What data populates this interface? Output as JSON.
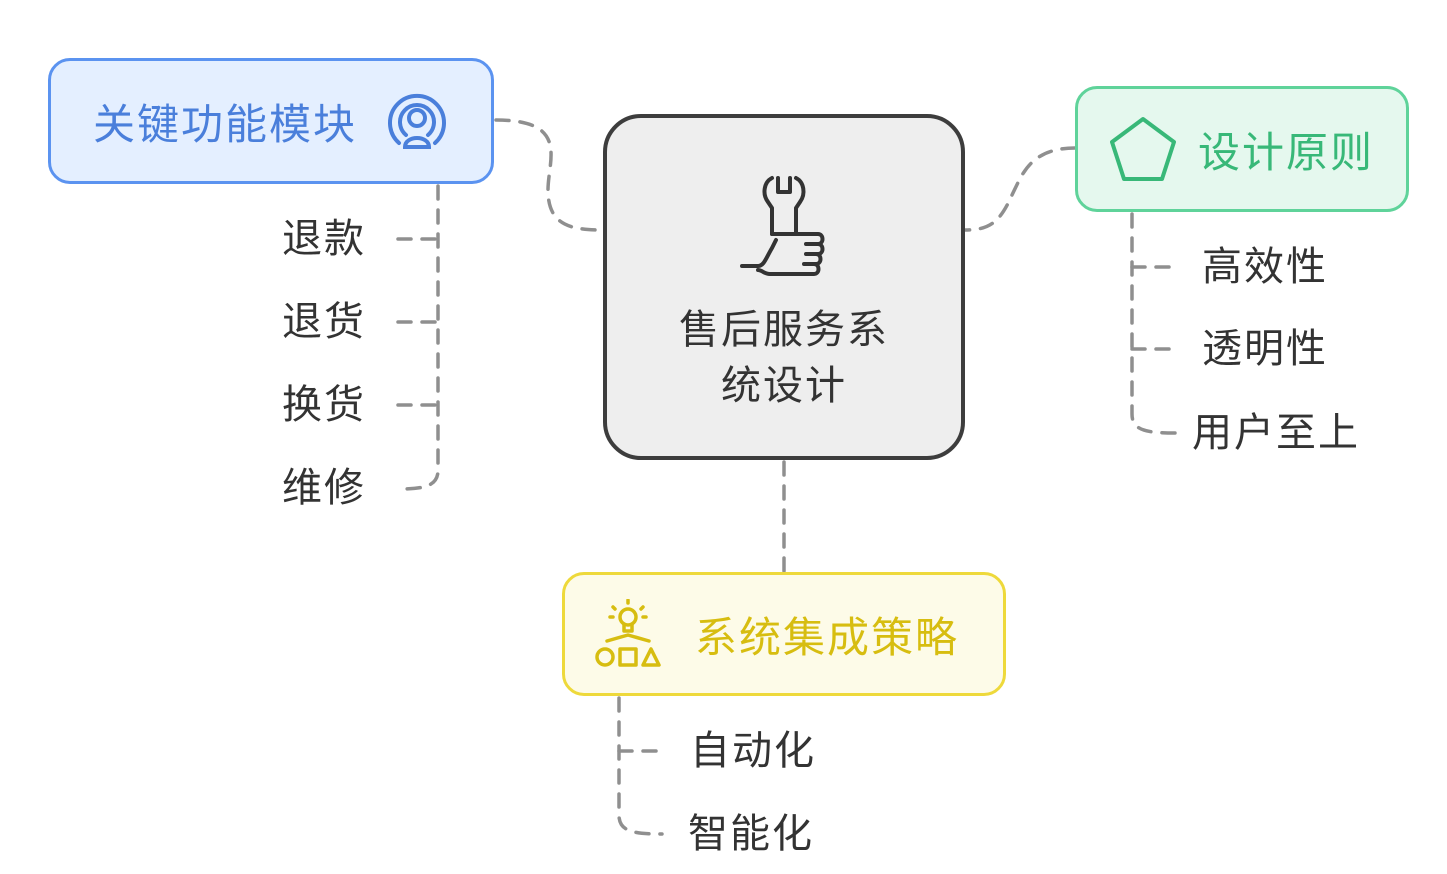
{
  "center": {
    "title_line1": "售后服务系",
    "title_line2": "统设计",
    "icon": "wrench-thumb-icon"
  },
  "branches": {
    "modules": {
      "title": "关键功能模块",
      "icon": "broadcast-person-icon",
      "color": "#5b93f0",
      "items": [
        "退款",
        "退货",
        "换货",
        "维修"
      ]
    },
    "principles": {
      "title": "设计原则",
      "icon": "pentagon-icon",
      "color": "#5fd39a",
      "items": [
        "高效性",
        "透明性",
        "用户至上"
      ]
    },
    "integration": {
      "title": "系统集成策略",
      "icon": "shapes-bulb-icon",
      "color": "#eed93b",
      "items": [
        "自动化",
        "智能化"
      ]
    }
  },
  "colors": {
    "connector": "#8f8f8f",
    "center_border": "#3d3d3d"
  }
}
